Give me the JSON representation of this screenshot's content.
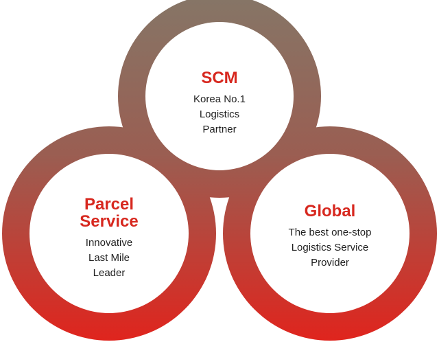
{
  "colors": {
    "ring_top": "#867566",
    "ring_bottom": "#E0241D",
    "title": "#D7281F",
    "text": "#1F1F1F",
    "background": "#FFFFFF"
  },
  "nodes": {
    "scm": {
      "title": "SCM",
      "lines": [
        "Korea No.1",
        "Logistics",
        "Partner"
      ]
    },
    "parcel": {
      "title_lines": [
        "Parcel",
        "Service"
      ],
      "lines": [
        "Innovative",
        "Last Mile",
        "Leader"
      ]
    },
    "global": {
      "title": "Global",
      "lines": [
        "The best one-stop",
        "Logistics Service",
        "Provider"
      ]
    }
  }
}
